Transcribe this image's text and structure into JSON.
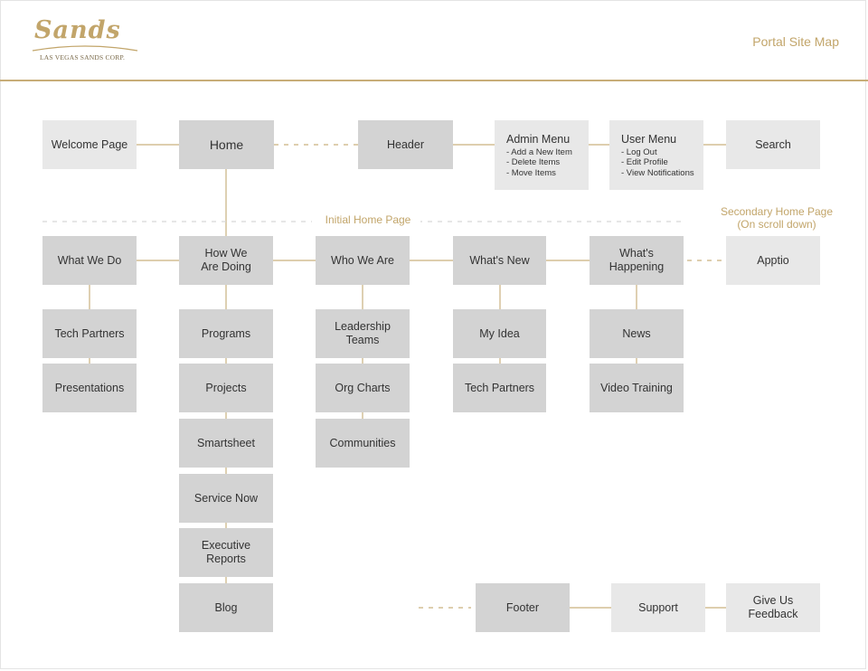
{
  "header": {
    "brand": "Sands",
    "brand_sub": "LAS VEGAS SANDS CORP.",
    "title": "Portal Site Map"
  },
  "labels": {
    "initial_home": "Initial Home Page",
    "secondary_home_line1": "Secondary Home Page",
    "secondary_home_line2": "(On scroll down)"
  },
  "top_row": {
    "welcome": "Welcome Page",
    "home": "Home",
    "header": "Header",
    "admin_menu": {
      "title": "Admin Menu",
      "items": [
        "- Add a New Item",
        "- Delete Items",
        "- Move Items"
      ]
    },
    "user_menu": {
      "title": "User Menu",
      "items": [
        "- Log Out",
        "- Edit Profile",
        "- View Notifications"
      ]
    },
    "search": "Search"
  },
  "columns": {
    "what_we_do": {
      "title": "What We Do",
      "children": [
        "Tech Partners",
        "Presentations"
      ]
    },
    "how_we_are_doing": {
      "title_line1": "How We",
      "title_line2": "Are Doing",
      "children": [
        "Programs",
        "Projects",
        "Smartsheet",
        "Service Now",
        "Blog"
      ],
      "exec_line1": "Executive",
      "exec_line2": "Reports"
    },
    "who_we_are": {
      "title": "Who We Are",
      "lead_line1": "Leadership",
      "lead_line2": "Teams",
      "children": [
        "Org Charts",
        "Communities"
      ]
    },
    "whats_new": {
      "title": "What's New",
      "children": [
        "My Idea",
        "Tech Partners"
      ]
    },
    "whats_happening": {
      "title_line1": "What's",
      "title_line2": "Happening",
      "children": [
        "News",
        "Video Training"
      ]
    },
    "apptio": "Apptio"
  },
  "footer_row": {
    "footer": "Footer",
    "support": "Support",
    "feedback_line1": "Give Us",
    "feedback_line2": "Feedback"
  }
}
